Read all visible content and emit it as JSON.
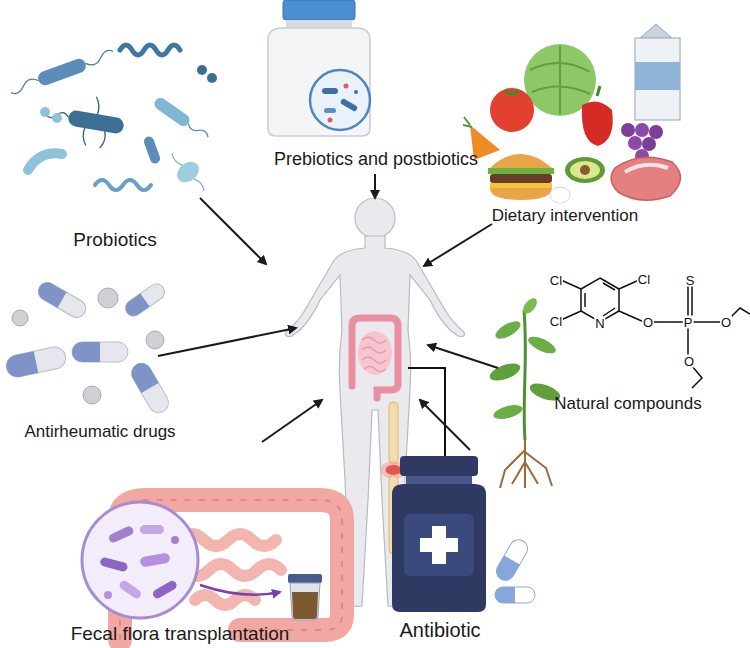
{
  "diagram": {
    "labels": [
      "Prebiotics and postbiotics",
      "Probiotics",
      "Dietary intervention",
      "Antirheumatic drugs",
      "Natural compounds",
      "Fecal flora transplantation",
      "Antibiotic",
      "Cl",
      "Cl",
      "Cl",
      "N",
      "O",
      "P",
      "S",
      "O",
      "O"
    ]
  }
}
